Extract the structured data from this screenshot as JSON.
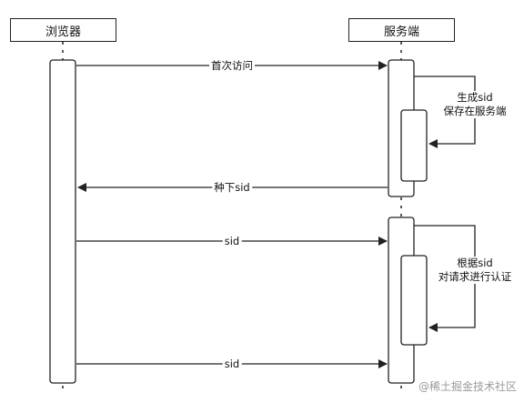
{
  "participants": {
    "browser": "浏览器",
    "server": "服务端"
  },
  "messages": {
    "first_visit": "首次访问",
    "plant_sid": "种下sid",
    "sid_request_1": "sid",
    "sid_request_2": "sid"
  },
  "notes": {
    "generate_line1": "生成sid",
    "generate_line2": "保存在服务端",
    "auth_line1": "根据sid",
    "auth_line2": "对请求进行认证"
  },
  "watermark": {
    "text": "@稀土掘金技术社区"
  },
  "colors": {
    "line": "#222222",
    "watermark": "#9a9a9a"
  }
}
